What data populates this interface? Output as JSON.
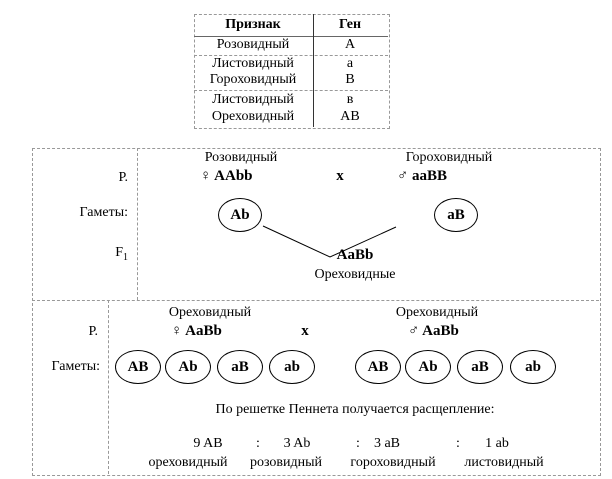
{
  "gene_table": {
    "headers": [
      "Признак",
      "Ген"
    ],
    "rows": [
      {
        "trait": "Розовидный",
        "gene": "А"
      },
      {
        "trait": "Листовидный",
        "gene": "а"
      },
      {
        "trait": "Гороховидный",
        "gene": "В"
      },
      {
        "trait": "Листовидный",
        "gene": "в"
      },
      {
        "trait": "Ореховидный",
        "gene": "АВ"
      }
    ]
  },
  "cross1": {
    "p_label": "Р.",
    "gametes_label": "Гаметы:",
    "f1_label": "F",
    "f1_sub": "1",
    "female_phenotype": "Розовидный",
    "female_genotype": "♀ AAbb",
    "cross_sign": "x",
    "male_phenotype": "Гороховидный",
    "male_genotype": "♂ aaBB",
    "female_gamete": "Ab",
    "male_gamete": "aB",
    "f1_genotype": "AaBb",
    "f1_phenotype": "Ореховидные"
  },
  "cross2": {
    "p_label": "Р.",
    "gametes_label": "Гаметы:",
    "female_phenotype": "Ореховидный",
    "female_genotype": "♀ AaBb",
    "cross_sign": "x",
    "male_phenotype": "Ореховидный",
    "male_genotype": "♂ AaBb",
    "female_gametes": [
      "AB",
      "Ab",
      "aB",
      "ab"
    ],
    "male_gametes": [
      "AB",
      "Ab",
      "aB",
      "ab"
    ],
    "punnett_text": "По решетке Пеннета получается расщепление:",
    "ratio": [
      {
        "value": "9 AB",
        "name": "ореховидный"
      },
      {
        "value": "3 Ab",
        "name": "розовидный"
      },
      {
        "value": "3 aB",
        "name": "гороховидный"
      },
      {
        "value": "1 ab",
        "name": "листовидный"
      }
    ],
    "separator": ":"
  }
}
